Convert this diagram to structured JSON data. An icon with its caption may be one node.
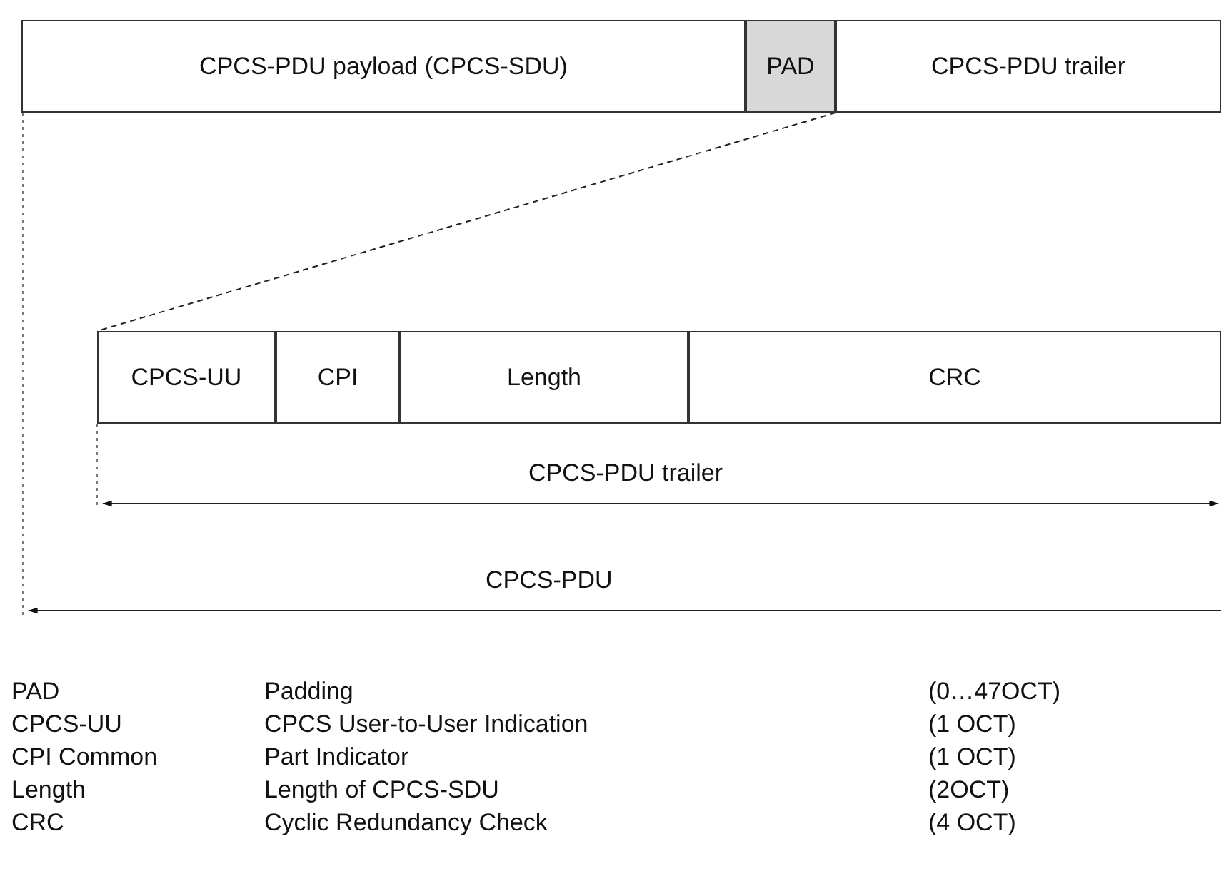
{
  "diagram": {
    "nodes": [
      {
        "text": [
          "CPCS-PDU payload (CPCS-SDU)"
        ]
      },
      {
        "text": [
          "PAD"
        ]
      },
      {
        "text": [
          "CPCS-PDU trailer"
        ]
      },
      {
        "text": [
          "CPCS-UU"
        ]
      },
      {
        "text": [
          "CPI"
        ]
      },
      {
        "text": [
          "Length"
        ]
      },
      {
        "text": [
          "CRC"
        ]
      }
    ],
    "edges": [
      {
        "from": 2,
        "to": 3,
        "arrow": "none",
        "style": "dashed"
      }
    ],
    "labels": [
      "CPCS-PDU trailer",
      "CPCS-PDU",
      "PAD",
      "Padding",
      "(0…47OCT)",
      "CPCS-UU",
      "CPCS User-to-User Indication",
      "(1 OCT)",
      "CPI Common",
      "Part Indicator",
      "(1 OCT)",
      "Length",
      "Length of CPCS-SDU",
      "(2OCT)",
      "CRC",
      "Cyclic Redundancy Check",
      "(4 OCT)"
    ]
  }
}
